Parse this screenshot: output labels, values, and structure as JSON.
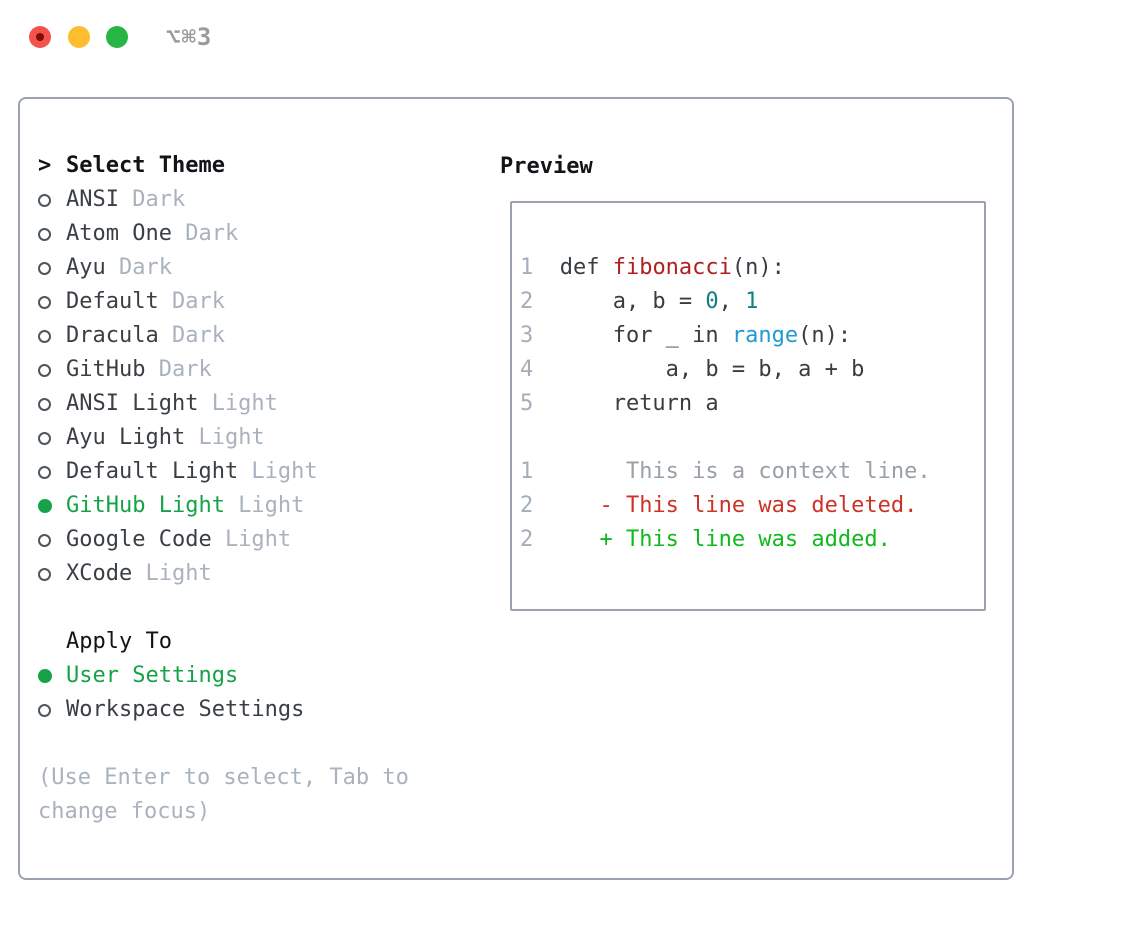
{
  "window": {
    "shortcut": "⌥⌘3",
    "traffic_lights": [
      "close",
      "minimize",
      "zoom"
    ]
  },
  "theme_panel": {
    "title": "Select Theme",
    "prompt": ">",
    "items": [
      {
        "name": "ANSI",
        "variant": "Dark",
        "selected": false
      },
      {
        "name": "Atom One",
        "variant": "Dark",
        "selected": false
      },
      {
        "name": "Ayu",
        "variant": "Dark",
        "selected": false
      },
      {
        "name": "Default",
        "variant": "Dark",
        "selected": false
      },
      {
        "name": "Dracula",
        "variant": "Dark",
        "selected": false
      },
      {
        "name": "GitHub",
        "variant": "Dark",
        "selected": false
      },
      {
        "name": "ANSI Light",
        "variant": "Light",
        "selected": false
      },
      {
        "name": "Ayu Light",
        "variant": "Light",
        "selected": false
      },
      {
        "name": "Default Light",
        "variant": "Light",
        "selected": false
      },
      {
        "name": "GitHub Light",
        "variant": "Light",
        "selected": true
      },
      {
        "name": "Google Code",
        "variant": "Light",
        "selected": false
      },
      {
        "name": "XCode",
        "variant": "Light",
        "selected": false
      }
    ],
    "apply_to": {
      "title": "Apply To",
      "options": [
        {
          "label": "User Settings",
          "selected": true
        },
        {
          "label": "Workspace Settings",
          "selected": false
        }
      ]
    },
    "hint": "(Use Enter to select, Tab to change focus)"
  },
  "preview": {
    "title": "Preview",
    "code_lines": [
      {
        "num": "1",
        "segments": [
          {
            "text": "def ",
            "color": "code"
          },
          {
            "text": "fibonacci",
            "color": "function"
          },
          {
            "text": "(n):",
            "color": "code"
          }
        ]
      },
      {
        "num": "2",
        "segments": [
          {
            "text": "    a, b = ",
            "color": "code"
          },
          {
            "text": "0",
            "color": "number"
          },
          {
            "text": ", ",
            "color": "code"
          },
          {
            "text": "1",
            "color": "number"
          }
        ]
      },
      {
        "num": "3",
        "segments": [
          {
            "text": "    for _ in ",
            "color": "code"
          },
          {
            "text": "range",
            "color": "builtin"
          },
          {
            "text": "(n):",
            "color": "code"
          }
        ]
      },
      {
        "num": "4",
        "segments": [
          {
            "text": "        a, b = b, a + b",
            "color": "code"
          }
        ]
      },
      {
        "num": "5",
        "segments": [
          {
            "text": "    return a",
            "color": "code"
          }
        ]
      },
      {
        "num": "",
        "segments": []
      },
      {
        "num": "1",
        "segments": [
          {
            "text": "     This is a context line.",
            "color": "context"
          }
        ]
      },
      {
        "num": "2",
        "segments": [
          {
            "text": "   - This line was deleted.",
            "color": "deleted"
          }
        ]
      },
      {
        "num": "2",
        "segments": [
          {
            "text": "   + This line was added.",
            "color": "added"
          }
        ]
      }
    ]
  },
  "colors": {
    "accent_green": "#16a348",
    "added_green": "#10b91d",
    "deleted_red": "#cc3326",
    "function_red": "#b02020",
    "number_teal": "#12807f",
    "builtin_blue": "#1f9bcf",
    "code_text": "#383d42",
    "context_gray": "#9aa0a7",
    "line_number": "#a4aeba",
    "muted_text": "#a9b2bd",
    "dark_text": "#3a3f45",
    "black_text": "#121417",
    "border_gray": "#9aa3ae",
    "traffic_red": "#f4534d",
    "traffic_red_dot": "#7c0f05",
    "traffic_yellow": "#fcbd2f",
    "traffic_green": "#29b544",
    "shortcut_gray": "#9b9b9b"
  }
}
